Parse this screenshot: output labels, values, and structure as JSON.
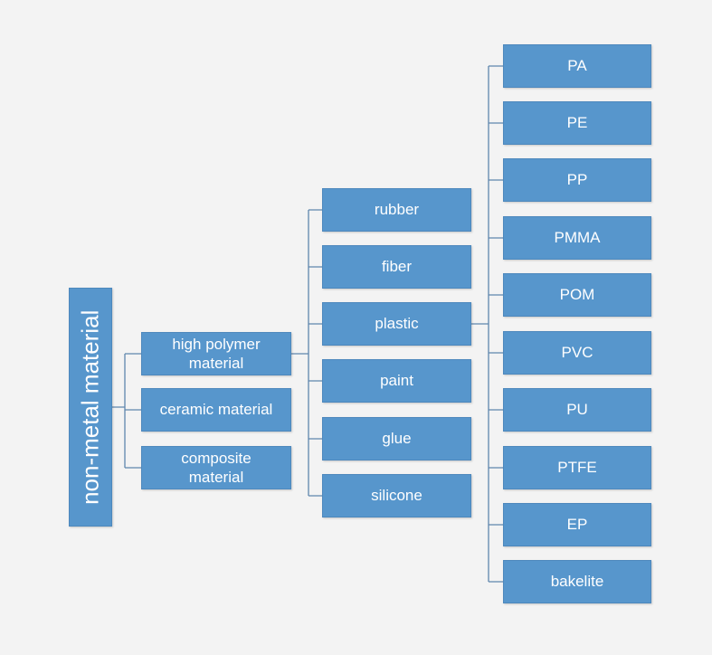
{
  "root": {
    "label": "non-metal material"
  },
  "level1": [
    "high polymer material",
    "ceramic material",
    "composite material"
  ],
  "level2": [
    "rubber",
    "fiber",
    "plastic",
    "paint",
    "glue",
    "silicone"
  ],
  "level3": [
    "PA",
    "PE",
    "PP",
    "PMMA",
    "POM",
    "PVC",
    "PU",
    "PTFE",
    "EP",
    "bakelite"
  ],
  "colors": {
    "node_fill": "#5796cc",
    "connector": "#5f86ad",
    "background": "#f3f3f3"
  }
}
